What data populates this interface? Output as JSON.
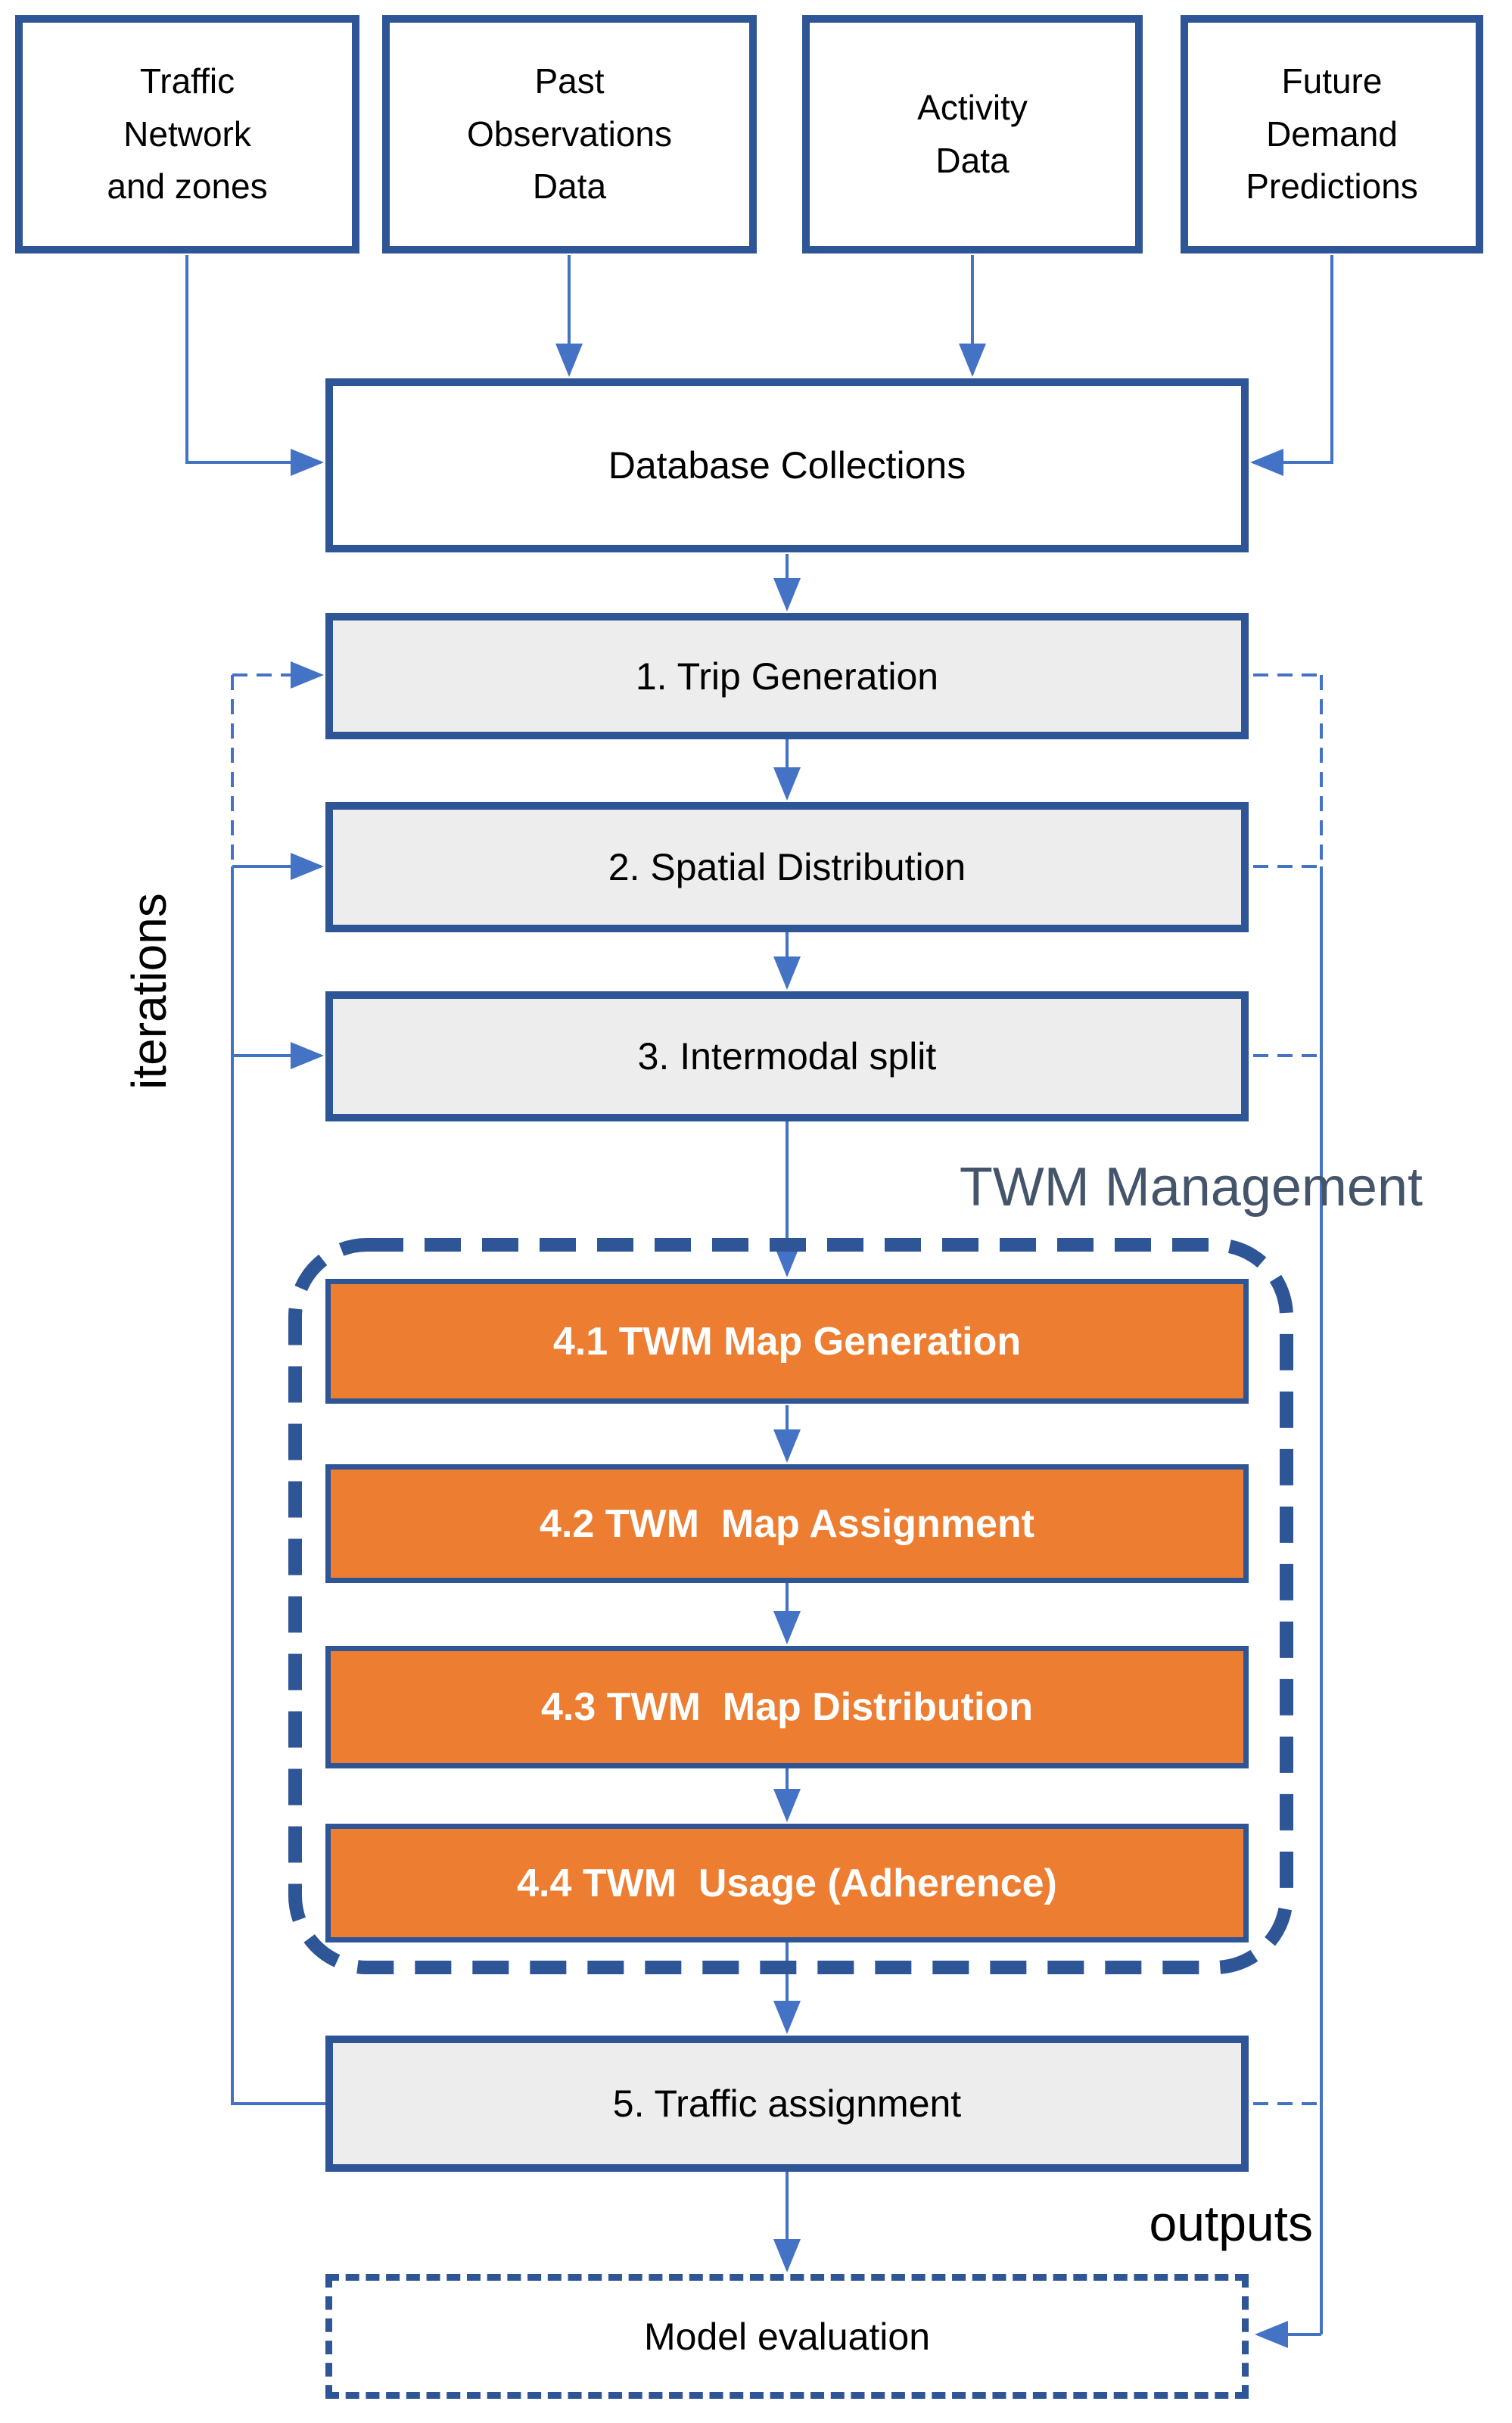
{
  "colors": {
    "box_border": "#2e5596",
    "connector_blue": "#4472c4",
    "orange_fill": "#ed7d31",
    "gray_fill": "#ededed",
    "twm_title_color": "#44546a",
    "text_color": "#000000",
    "dashed_frame": "#2e5596"
  },
  "sources": [
    {
      "label": "Traffic\nNetwork\nand zones"
    },
    {
      "label": "Past\nObservations\nData"
    },
    {
      "label": "Activity\nData"
    },
    {
      "label": "Future\nDemand\nPredictions"
    }
  ],
  "database": {
    "label": "Database Collections"
  },
  "steps": [
    {
      "label": "1. Trip Generation"
    },
    {
      "label": "2. Spatial Distribution"
    },
    {
      "label": "3. Intermodal split"
    },
    {
      "label": "5. Traffic assignment"
    }
  ],
  "twm": {
    "title": "TWM Management",
    "steps": [
      {
        "label": "4.1 TWM Map Generation"
      },
      {
        "label": "4.2 TWM  Map Assignment"
      },
      {
        "label": "4.3 TWM  Map Distribution"
      },
      {
        "label": "4.4 TWM  Usage (Adherence)"
      }
    ]
  },
  "output": {
    "outputs_label": "outputs",
    "evaluation_label": "Model evaluation"
  },
  "iterations_label": "iterations"
}
